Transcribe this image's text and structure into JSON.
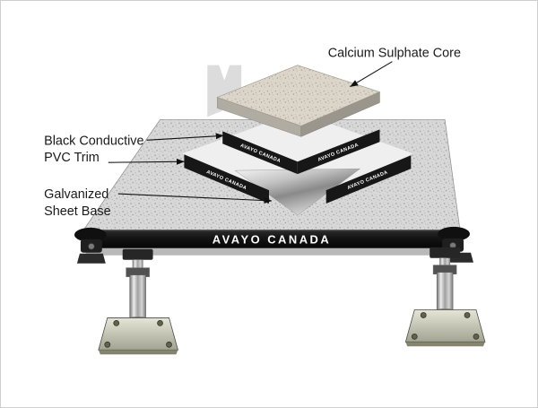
{
  "callouts": {
    "core": {
      "label": "Calcium Sulphate Core"
    },
    "trim": {
      "line1": "Black Conductive",
      "line2": "PVC Trim"
    },
    "base": {
      "line1": "Galvanized",
      "line2": "Sheet Base"
    }
  },
  "panel": {
    "brand": "AVAYO CANADA",
    "trim_text": "AVAYO CANADA"
  },
  "colors": {
    "label_text": "#1a1a1a",
    "brand_text": "#ffffff",
    "trim_black": "#171717",
    "panel_gray": "#d8d8d8",
    "core_tan": "#dbd5ca",
    "metal_silver": "#b5b5b5"
  }
}
